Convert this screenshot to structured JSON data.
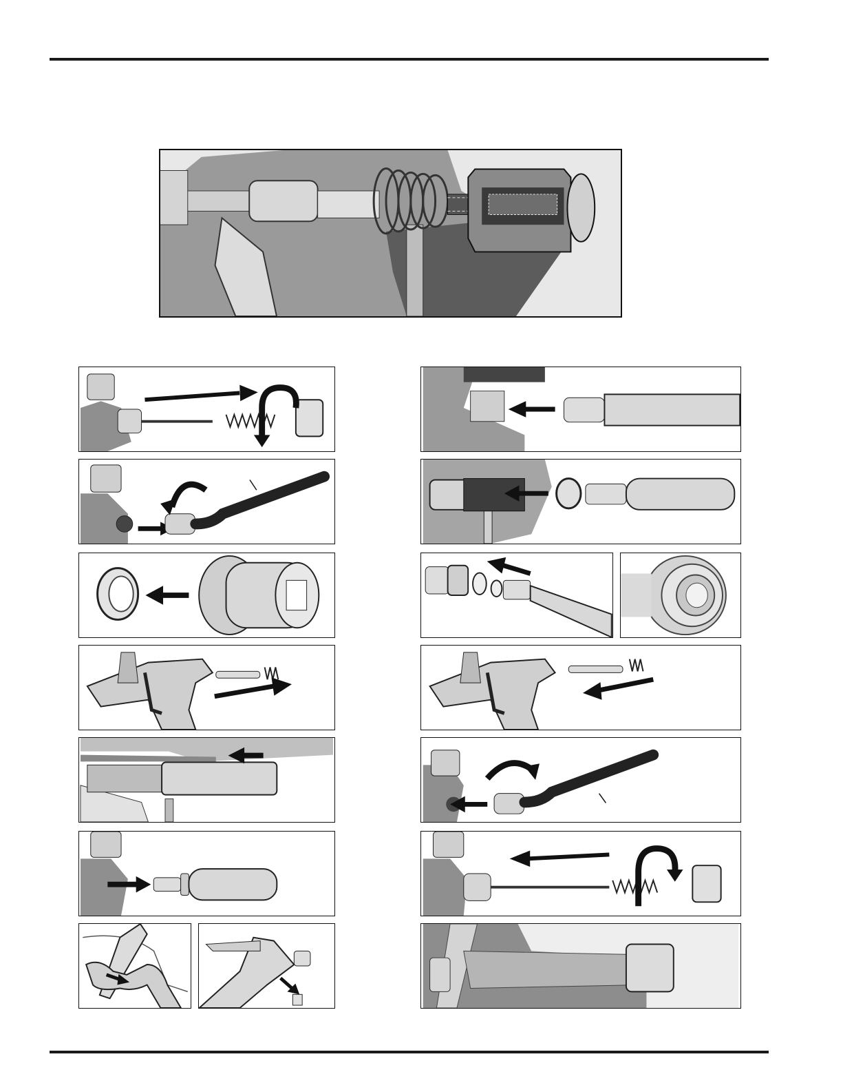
{
  "page": {
    "sections": [
      {
        "id": "hero",
        "figure": "cutaway-view"
      },
      {
        "id": "steps-left",
        "figures": [
          "step-1",
          "step-2",
          "step-3",
          "step-4",
          "step-5",
          "step-6",
          "step-7a",
          "step-7b"
        ]
      },
      {
        "id": "steps-right",
        "figures": [
          "step-8",
          "step-9",
          "step-10a",
          "step-10b",
          "step-11",
          "step-12",
          "step-13",
          "step-14"
        ]
      }
    ],
    "colors": {
      "line": "#111111",
      "metal-light": "#e6e6e6",
      "metal-mid": "#a8a8a8",
      "metal-dark": "#3c3c3c",
      "arrow": "#141414"
    }
  }
}
